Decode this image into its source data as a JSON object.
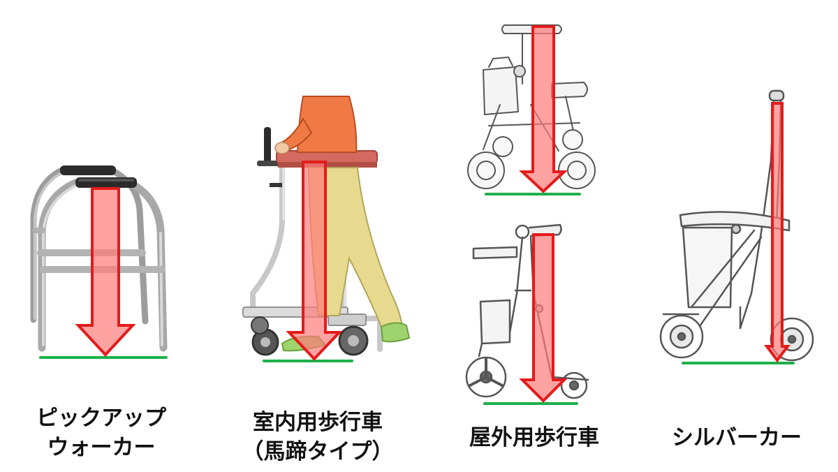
{
  "labels": {
    "pickup_walker": {
      "line1": "ピックアップ",
      "line2": "ウォーカー"
    },
    "indoor_walker": {
      "line1": "室内用歩行車",
      "line2": "（馬蹄タイプ）"
    },
    "outdoor_walker": {
      "line1": "屋外用歩行車"
    },
    "silver_car": {
      "line1": "シルバーカー"
    }
  },
  "colors": {
    "arrow_stroke": "#e41b1b",
    "arrow_fill": "#ff7b7b",
    "ground_line": "#1eb04a",
    "frame": "#a9a9a9",
    "grip": "#2b2b2b",
    "shirt": "#f07a45",
    "pants": "#e7da8e",
    "shoe": "#9fd36d",
    "table": "#d46a5f",
    "line_art": "#555555"
  }
}
